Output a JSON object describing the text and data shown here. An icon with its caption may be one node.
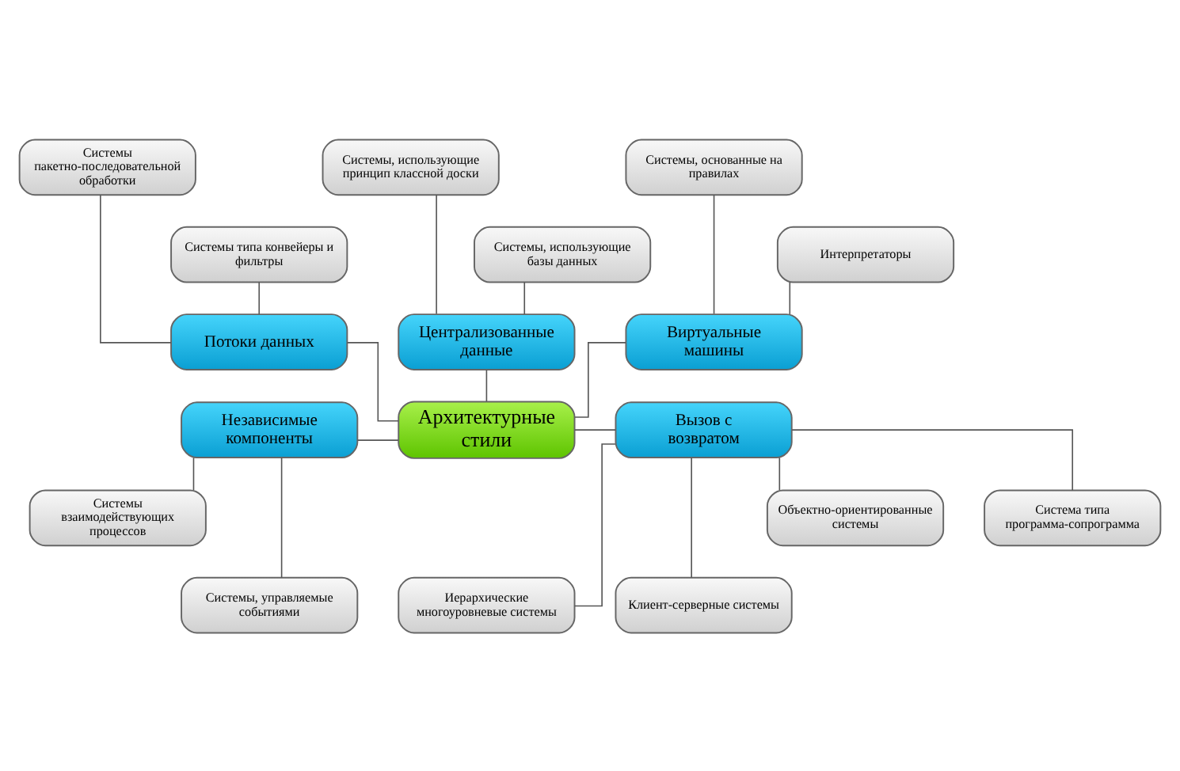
{
  "diagram": {
    "nodes": [
      {
        "text": [
          "Системы пакетно-последовательной обработки"
        ]
      },
      {
        "text": [
          "Системы, использующие принцип классной доски"
        ]
      },
      {
        "text": [
          "Системы, основанные на правилах"
        ]
      },
      {
        "text": [
          "Системы типа конвейеры и фильтры"
        ]
      },
      {
        "text": [
          "Системы, использующие базы данных"
        ]
      },
      {
        "text": [
          "Интерпретаторы"
        ]
      },
      {
        "text": [
          "Потоки данных"
        ]
      },
      {
        "text": [
          "Централизованные данные"
        ]
      },
      {
        "text": [
          "Виртуальные машины"
        ]
      },
      {
        "text": [
          "Независимые компоненты"
        ]
      },
      {
        "text": [
          "Архитектурные стили"
        ]
      },
      {
        "text": [
          "Вызов с возвратом"
        ]
      },
      {
        "text": [
          "Системы взаимодействующих процессов"
        ]
      },
      {
        "text": [
          "Объектно-ориентированные системы"
        ]
      },
      {
        "text": [
          "Система типа программа-сопрограмма"
        ]
      },
      {
        "text": [
          "Системы, управляемые событиями"
        ]
      },
      {
        "text": [
          "Иерархические многоуровневые системы"
        ]
      },
      {
        "text": [
          "Клиент-серверные системы"
        ]
      }
    ],
    "edges": [
      {
        "from": 6,
        "to": 10,
        "arrow": "none"
      },
      {
        "from": 7,
        "to": 10,
        "arrow": "none"
      },
      {
        "from": 8,
        "to": 10,
        "arrow": "none"
      },
      {
        "from": 9,
        "to": 10,
        "arrow": "none"
      },
      {
        "from": 10,
        "to": 11,
        "arrow": "none"
      },
      {
        "from": 0,
        "to": 6,
        "arrow": "none"
      },
      {
        "from": 3,
        "to": 6,
        "arrow": "none"
      },
      {
        "from": 1,
        "to": 7,
        "arrow": "none"
      },
      {
        "from": 4,
        "to": 7,
        "arrow": "none"
      },
      {
        "from": 2,
        "to": 8,
        "arrow": "none"
      },
      {
        "from": 5,
        "to": 8,
        "arrow": "none"
      },
      {
        "from": 9,
        "to": 12,
        "arrow": "none"
      },
      {
        "from": 9,
        "to": 15,
        "arrow": "none"
      },
      {
        "from": 11,
        "to": 13,
        "arrow": "none"
      },
      {
        "from": 11,
        "to": 14,
        "arrow": "none"
      },
      {
        "from": 11,
        "to": 16,
        "arrow": "none"
      },
      {
        "from": 11,
        "to": 17,
        "arrow": "none"
      }
    ]
  }
}
